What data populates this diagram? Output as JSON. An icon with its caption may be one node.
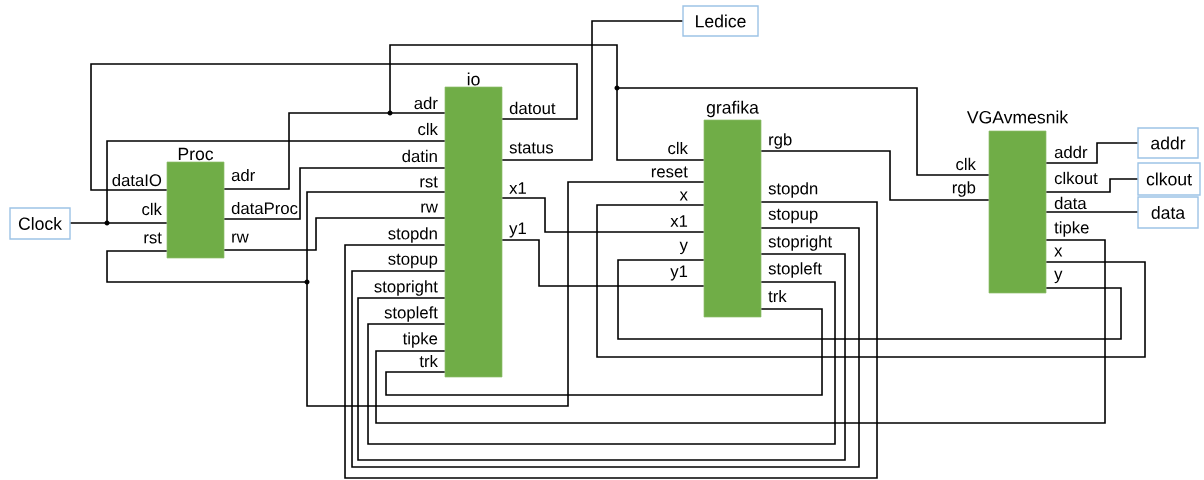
{
  "diagram": {
    "nodes": [
      {
        "text": [
          "Ledice"
        ]
      },
      {
        "text": [
          "Proc"
        ],
        "beside": [
          "dataIO",
          "clk",
          "rst",
          "adr",
          "dataProc",
          "rw"
        ]
      },
      {
        "text": [
          "io"
        ],
        "beside": [
          "adr",
          "clk",
          "datin",
          "rst",
          "rw",
          "stopdn",
          "stopup",
          "stopright",
          "stopleft",
          "tipke",
          "trk",
          "datout",
          "status",
          "x1",
          "y1"
        ]
      },
      {
        "text": [
          "grafika"
        ],
        "beside": [
          "clk",
          "reset",
          "x",
          "x1",
          "y",
          "y1",
          "rgb",
          "stopdn",
          "stopup",
          "stopright",
          "stopleft",
          "trk"
        ]
      },
      {
        "text": [
          "VGAvmesnik"
        ],
        "beside": [
          "clk",
          "rgb",
          "addr",
          "clkout",
          "data",
          "tipke",
          "x",
          "y"
        ]
      },
      {
        "text": [
          "addr"
        ]
      },
      {
        "text": [
          "clkout"
        ]
      },
      {
        "text": [
          "data"
        ]
      },
      {
        "text": [
          "Clock"
        ]
      }
    ],
    "edges": [
      {
        "from": 8,
        "to": 1,
        "arrow": "none"
      },
      {
        "from": 8,
        "to": 2,
        "arrow": "none"
      },
      {
        "from": 1,
        "to": 2,
        "arrow": "none"
      },
      {
        "from": 1,
        "to": 2,
        "arrow": "none"
      },
      {
        "from": 1,
        "to": 3,
        "arrow": "none"
      },
      {
        "from": 1,
        "to": 4,
        "arrow": "none"
      },
      {
        "from": 1,
        "to": 2,
        "arrow": "none"
      },
      {
        "from": 1,
        "to": 2,
        "arrow": "none"
      },
      {
        "from": 1,
        "to": 2,
        "arrow": "none"
      },
      {
        "from": 1,
        "to": 3,
        "arrow": "none"
      },
      {
        "from": 2,
        "to": 0,
        "arrow": "none"
      },
      {
        "from": 2,
        "to": 3,
        "arrow": "none"
      },
      {
        "from": 2,
        "to": 3,
        "arrow": "none"
      },
      {
        "from": 2,
        "to": 3,
        "arrow": "none"
      },
      {
        "from": 2,
        "to": 3,
        "arrow": "none"
      },
      {
        "from": 2,
        "to": 3,
        "arrow": "none"
      },
      {
        "from": 2,
        "to": 3,
        "arrow": "none"
      },
      {
        "from": 2,
        "to": 3,
        "arrow": "none"
      },
      {
        "from": 2,
        "to": 4,
        "arrow": "none"
      },
      {
        "from": 3,
        "to": 4,
        "arrow": "none"
      },
      {
        "from": 3,
        "to": 4,
        "arrow": "none"
      },
      {
        "from": 3,
        "to": 4,
        "arrow": "none"
      },
      {
        "from": 4,
        "to": 5,
        "arrow": "none"
      },
      {
        "from": 4,
        "to": 6,
        "arrow": "none"
      },
      {
        "from": 4,
        "to": 7,
        "arrow": "none"
      }
    ]
  }
}
